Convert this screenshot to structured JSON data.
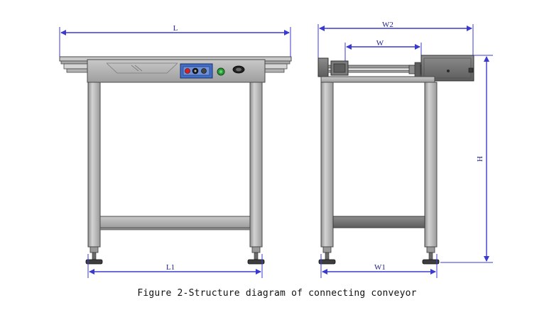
{
  "dimensions": {
    "front_length_top": "L",
    "front_length_bottom": "L1",
    "side_width_top": "W2",
    "side_width_inner": "W",
    "side_height": "H",
    "side_width_bottom": "W1"
  },
  "caption": "Figure 2-Structure diagram of connecting conveyor",
  "colors": {
    "dimension_line": "#3a3ad0",
    "frame_fill": "#b9b9b9",
    "frame_stroke": "#4a4a4a",
    "panel_blue": "#3f6fc8",
    "button_red": "#d52020",
    "button_green": "#2e9b3a"
  }
}
